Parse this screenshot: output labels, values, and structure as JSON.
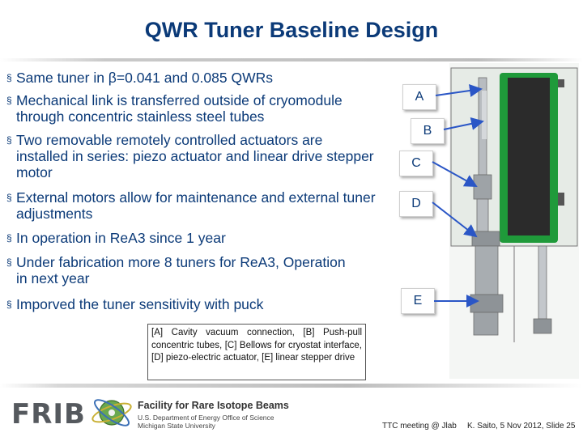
{
  "slide": {
    "title": "QWR Tuner Baseline Design"
  },
  "bullets": [
    {
      "mark": "§",
      "text": "Same tuner in β=0.041 and 0.085 QWRs"
    },
    {
      "mark": "§",
      "text": "Mechanical link is transferred outside of cryomodule through concentric stainless steel tubes"
    },
    {
      "mark": "§",
      "text": "Two removable remotely controlled actuators are installed in series:  piezo actuator and linear drive stepper motor"
    },
    {
      "mark": "§",
      "text": "External motors allow for maintenance and external tuner adjustments"
    },
    {
      "mark": "§",
      "text": "In operation in ReA3 since 1 year"
    },
    {
      "mark": "§",
      "text": "Under fabrication more 8 tuners for ReA3, Operation in next year"
    },
    {
      "mark": "§",
      "text": "Imporved the tuner sensitivity with puck"
    }
  ],
  "callouts": [
    "A",
    "B",
    "C",
    "D",
    "E"
  ],
  "caption": "[A] Cavity vacuum connection, [B] Push-pull concentric tubes, [C] Bellows for cryostat interface, [D] piezo-electric actuator, [E] linear stepper drive",
  "footer": {
    "logo_word": "FRIB",
    "org_name": "Facility for Rare Isotope Beams",
    "org_line2": "U.S. Department of Energy Office of Science",
    "org_line3": "Michigan State University",
    "meeting": "TTC meeting @ Jlab",
    "author": "K. Saito, 5 Nov 2012,   Slide 25"
  },
  "colors": {
    "title": "#0b3a78",
    "bullet_text": "#0b3a78",
    "arrow": "#2a56c6",
    "cavity_green": "#1f9a3a"
  },
  "icons": [
    "frib-logo-icon",
    "atom-globe-icon",
    "arrow-icon",
    "tuner-assembly-diagram"
  ]
}
